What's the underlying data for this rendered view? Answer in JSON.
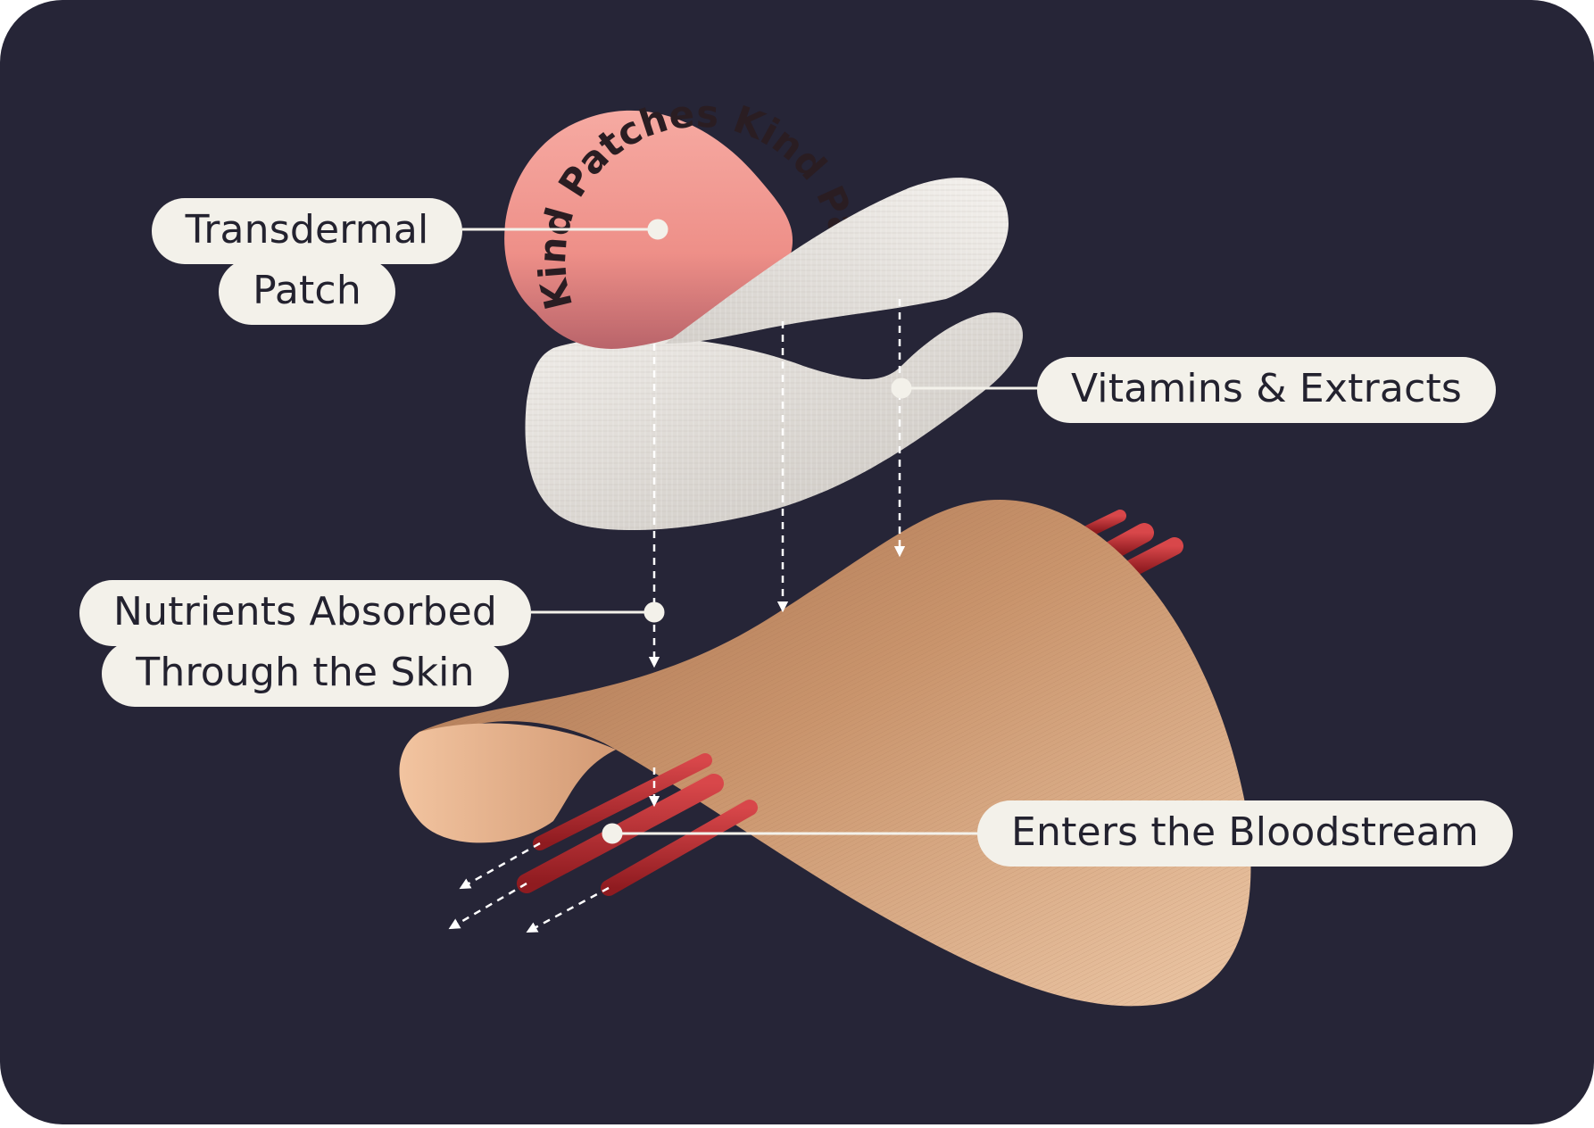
{
  "colors": {
    "background": "#262537",
    "pill": "#f3f1ea",
    "pill_text": "#23222f",
    "patch_pink": "#f39b95",
    "fabric": "#e6e2dd",
    "skin": "#c8926a",
    "vessel": "#b8282c",
    "arrow": "#ffffff"
  },
  "brand": {
    "patch_text": "Kind Patches Kind Patches"
  },
  "labels": {
    "transdermal": [
      "Transdermal",
      "Patch"
    ],
    "vitamins": [
      "Vitamins & Extracts"
    ],
    "nutrients": [
      "Nutrients Absorbed",
      "Through the Skin"
    ],
    "bloodstream": [
      "Enters the Bloodstream"
    ]
  },
  "icons": {
    "connector_dot": "circle-dot-icon",
    "flow_arrow": "arrow-down-icon"
  }
}
